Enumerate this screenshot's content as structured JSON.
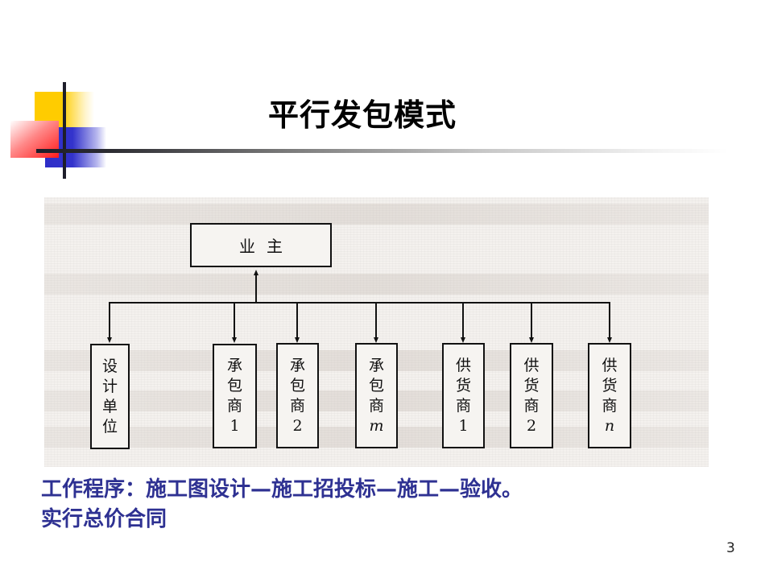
{
  "slide": {
    "title": "平行发包模式",
    "page_number": "3",
    "colors": {
      "title_text": "#000000",
      "body_text": "#2e3192",
      "deco_yellow": "#ffcc00",
      "deco_blue": "#3333cc",
      "deco_red": "#ff1a1a"
    }
  },
  "diagram": {
    "owner": {
      "label": "业主"
    },
    "children": [
      {
        "chars": [
          "设",
          "计",
          "单",
          "位"
        ],
        "index": "",
        "italic": false
      },
      {
        "chars": [
          "承",
          "包",
          "商"
        ],
        "index": "1",
        "italic": false
      },
      {
        "chars": [
          "承",
          "包",
          "商"
        ],
        "index": "2",
        "italic": false
      },
      {
        "chars": [
          "承",
          "包",
          "商"
        ],
        "index": "m",
        "italic": true
      },
      {
        "chars": [
          "供",
          "货",
          "商"
        ],
        "index": "1",
        "italic": false
      },
      {
        "chars": [
          "供",
          "货",
          "商"
        ],
        "index": "2",
        "italic": false
      },
      {
        "chars": [
          "供",
          "货",
          "商"
        ],
        "index": "n",
        "italic": true
      }
    ]
  },
  "body": {
    "line1": "工作程序：施工图设计—施工招投标—施工—验收。",
    "line2": "实行总价合同"
  }
}
